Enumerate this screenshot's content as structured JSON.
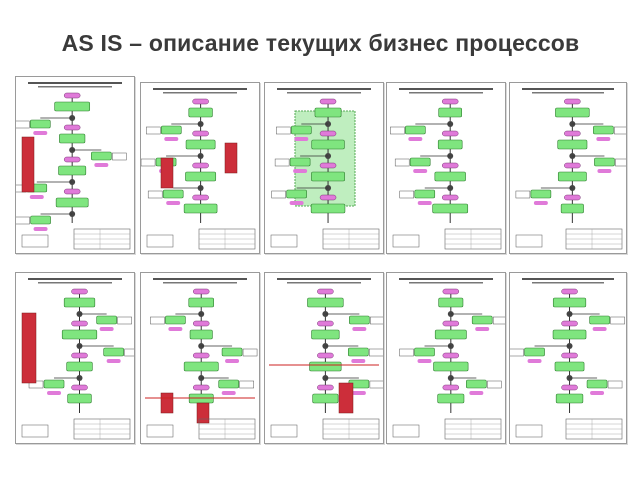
{
  "slide": {
    "title": "AS IS – описание  текущих бизнес процессов"
  },
  "pages": [
    {
      "id": "diagram-page-1"
    },
    {
      "id": "diagram-page-2"
    },
    {
      "id": "diagram-page-3"
    },
    {
      "id": "diagram-page-4"
    },
    {
      "id": "diagram-page-5"
    },
    {
      "id": "diagram-page-6"
    },
    {
      "id": "diagram-page-7"
    },
    {
      "id": "diagram-page-8"
    },
    {
      "id": "diagram-page-9"
    },
    {
      "id": "diagram-page-10"
    }
  ],
  "colors": {
    "process_fill": "#7fe57f",
    "event_fill": "#e07ad9",
    "document_fill": "#cc2e3a",
    "highlight_fill": "#bfeebf",
    "separator_line": "#cc2222",
    "connector": "#333333",
    "title_color": "#3a3a3a"
  }
}
